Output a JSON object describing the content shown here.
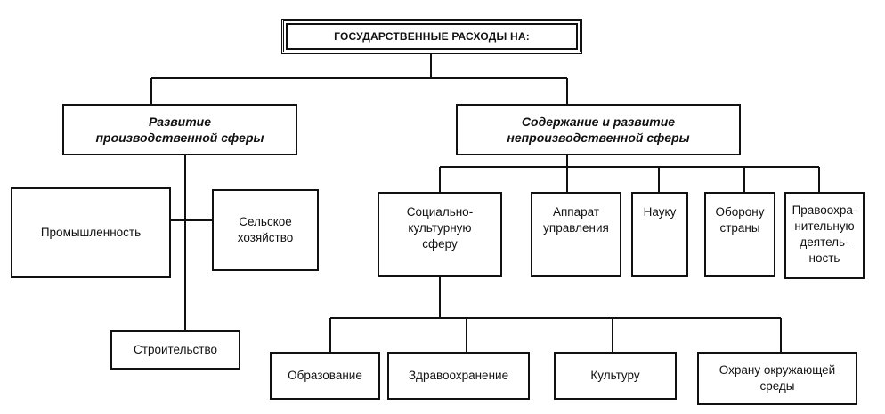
{
  "title": "ГОСУДАРСТВЕННЫЕ РАСХОДЫ НА:",
  "production_branch": {
    "label": "Развитие\nпроизводственной сферы",
    "children": {
      "industry": "Промышленность",
      "agriculture": "Сельское\nхозяйство",
      "construction": "Строительство"
    }
  },
  "nonproduction_branch": {
    "label": "Содержание и развитие\nнепроизводственной сферы",
    "children": {
      "social_cultural": "Социально-\nкультурную\nсферу",
      "apparatus": "Аппарат\nуправления",
      "science": "Науку",
      "defense": "Оборону\nстраны",
      "law_enforcement": "Правоохра-\nнительную\nдеятель-\nность"
    }
  },
  "social_cultural_children": {
    "education": "Образование",
    "healthcare": "Здравоохранение",
    "culture": "Культуру",
    "environment": "Охрану окружающей\nсреды"
  }
}
